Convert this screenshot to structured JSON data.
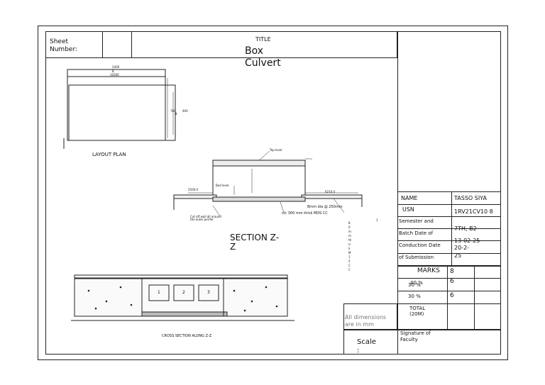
{
  "title_block": {
    "sheet_label": "Sheet Number:",
    "title_label": "TITLE",
    "title_line1": "Box",
    "title_line2": "Culvert"
  },
  "layout_plan": {
    "label": "LAYOUT PLAN",
    "dim_top1": "2400",
    "dim_top2": "8",
    "dim_top3": "10200",
    "dim_side1": "780",
    "dim_side2": "8",
    "dim_side3": "400"
  },
  "section_zz": {
    "title_line1": "SECTION Z-",
    "title_line2": "Z",
    "top_level": "Top level",
    "bed_level": "Bed level",
    "dim_left": "2500.0",
    "dim_right": "6210.0",
    "rebar_note": "8mm dia @ 250mm",
    "cutoff_note": "Cut off wall all around the outer perifer",
    "mds_note": "c/c 300 mm thick MDS CC",
    "vertical_note": "80mm thick M15 CC",
    "one_label": "1"
  },
  "cross_section": {
    "label": "CROSS SECTION ALONG Z-Z",
    "cells": [
      "1",
      "2",
      "3"
    ]
  },
  "info_table": {
    "rows": [
      {
        "label": "NAME",
        "value": "TASSO SIYA"
      },
      {
        "label": "USN",
        "value": "1RV21CV10 8"
      },
      {
        "label": "Semester and",
        "value": "7TH, B2"
      },
      {
        "label": "Batch Date of",
        "value": "13-02-25"
      },
      {
        "label": "Conduction Date",
        "value": "20-2-"
      },
      {
        "label": "of Submission",
        "value": "25"
      }
    ]
  },
  "marks_table": {
    "header": "MARKS",
    "header_value": "8",
    "row1_label_a": "40 %",
    "row1_label_b": "30 %",
    "row1_value": "6",
    "row2_label": "30 %",
    "row2_value": "6",
    "total_label": "TOTAL (20M)"
  },
  "footer": {
    "dimensions_note": "All dimensions are in mm",
    "scale_label": "Scale :",
    "signature_label": "Signature of Faculty"
  }
}
